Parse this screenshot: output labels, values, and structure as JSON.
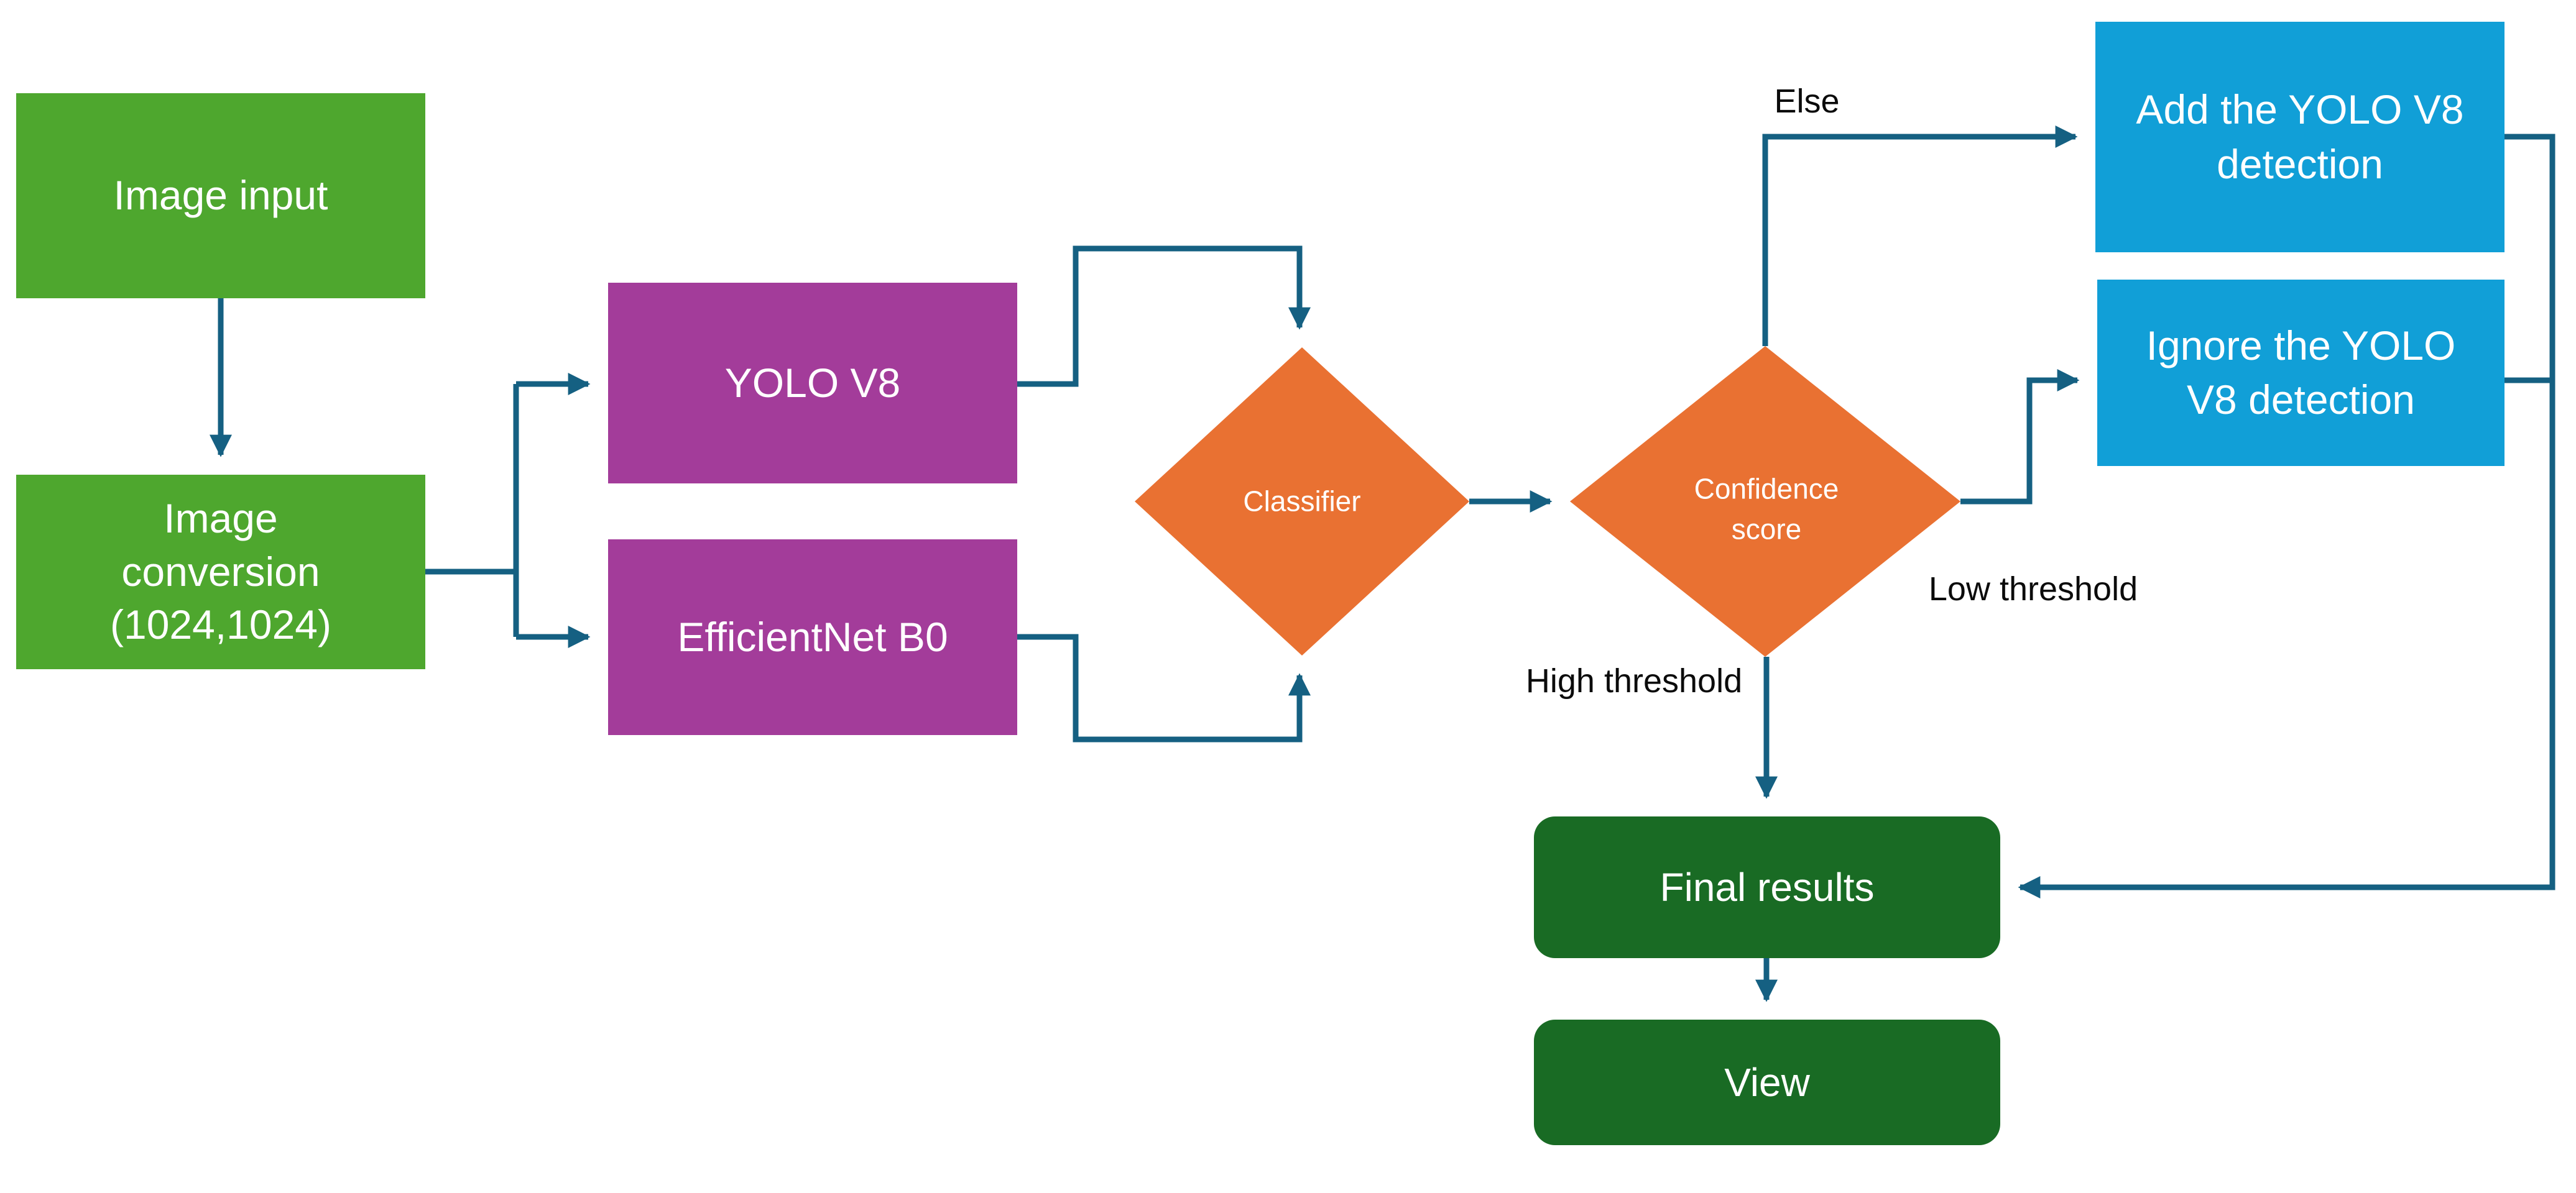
{
  "diagram": {
    "nodes": {
      "image_input": {
        "label": "Image input"
      },
      "image_conversion": {
        "line1": "Image",
        "line2": "conversion",
        "line3": "(1024,1024)"
      },
      "yolo_v8": {
        "label": "YOLO V8"
      },
      "efficientnet_b0": {
        "label": "EfficientNet B0"
      },
      "classifier": {
        "label": "Classifier"
      },
      "confidence_score": {
        "line1": "Confidence",
        "line2": "score"
      },
      "add_detection": {
        "line1": "Add the YOLO V8",
        "line2": "detection"
      },
      "ignore_detection": {
        "line1": "Ignore the YOLO",
        "line2": "V8 detection"
      },
      "final_results": {
        "label": "Final results"
      },
      "view": {
        "label": "View"
      }
    },
    "edge_labels": {
      "else": "Else",
      "low_threshold": "Low threshold",
      "high_threshold": "High threshold"
    },
    "colors": {
      "process_green": "#4EA72E",
      "model_purple": "#A33C9A",
      "decision_orange": "#E97132",
      "action_blue": "#119FD7",
      "result_dark_green": "#196B24",
      "connector_teal": "#156082",
      "label_text": "#0B0B0B"
    }
  }
}
